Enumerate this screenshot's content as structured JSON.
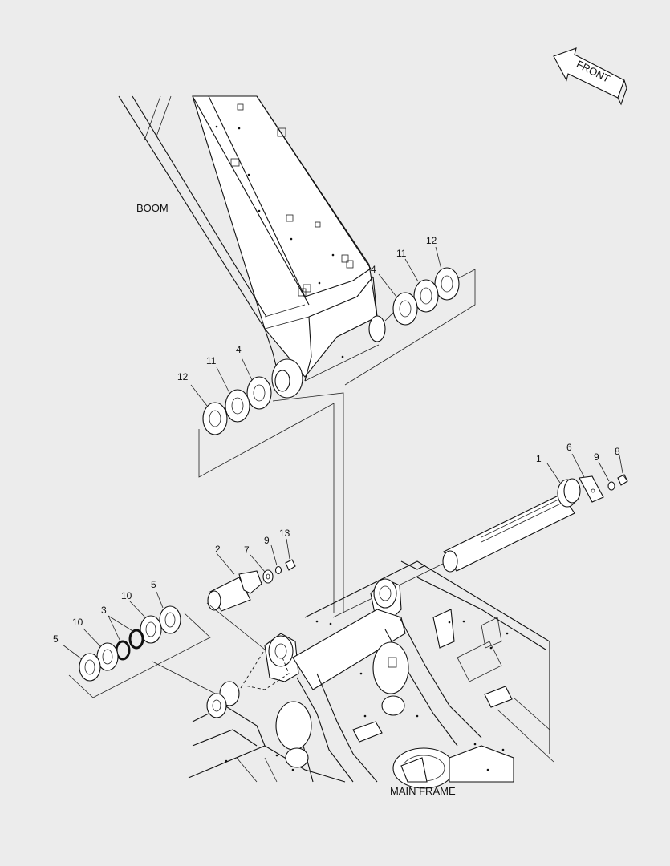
{
  "labels": {
    "boom": "BOOM",
    "main_frame": "MAIN FRAME",
    "front": "FRONT"
  },
  "part_numbers": {
    "upper_right_washer_12": "12",
    "upper_right_washer_11": "11",
    "upper_right_washer_4": "4",
    "upper_left_washer_12": "12",
    "upper_left_washer_11": "11",
    "upper_left_washer_4": "4",
    "pin_1": "1",
    "plate_6": "6",
    "washer_9_right": "9",
    "bolt_8": "8",
    "pin_2": "2",
    "plate_7": "7",
    "washer_9_left": "9",
    "bolt_13": "13",
    "lower_washer_5_a": "5",
    "lower_washer_10_a": "10",
    "ring_3": "3",
    "lower_washer_10_b": "10",
    "lower_washer_5_b": "5"
  }
}
